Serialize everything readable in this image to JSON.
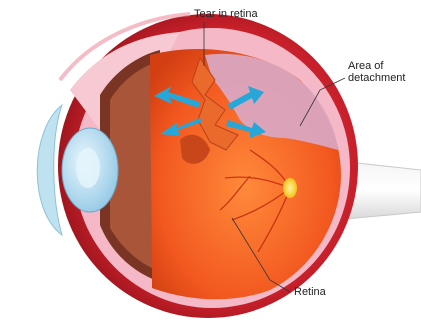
{
  "labels": {
    "tear": "Tear in retina",
    "detachment_line1": "Area of",
    "detachment_line2": "detachment",
    "retina": "Retina"
  },
  "colors": {
    "sclera_red": "#c8202a",
    "retina_orange": "#f2581f",
    "detached_retina": "#d9a8c4",
    "choroid": "#7a3424",
    "cornea_blue": "#bfe2f0",
    "lens_blue": "#a7d3ea",
    "fluid_arrow_blue": "#27a6d8",
    "optic_disc_yellow": "#f4c21a",
    "leader_line": "#333333"
  }
}
